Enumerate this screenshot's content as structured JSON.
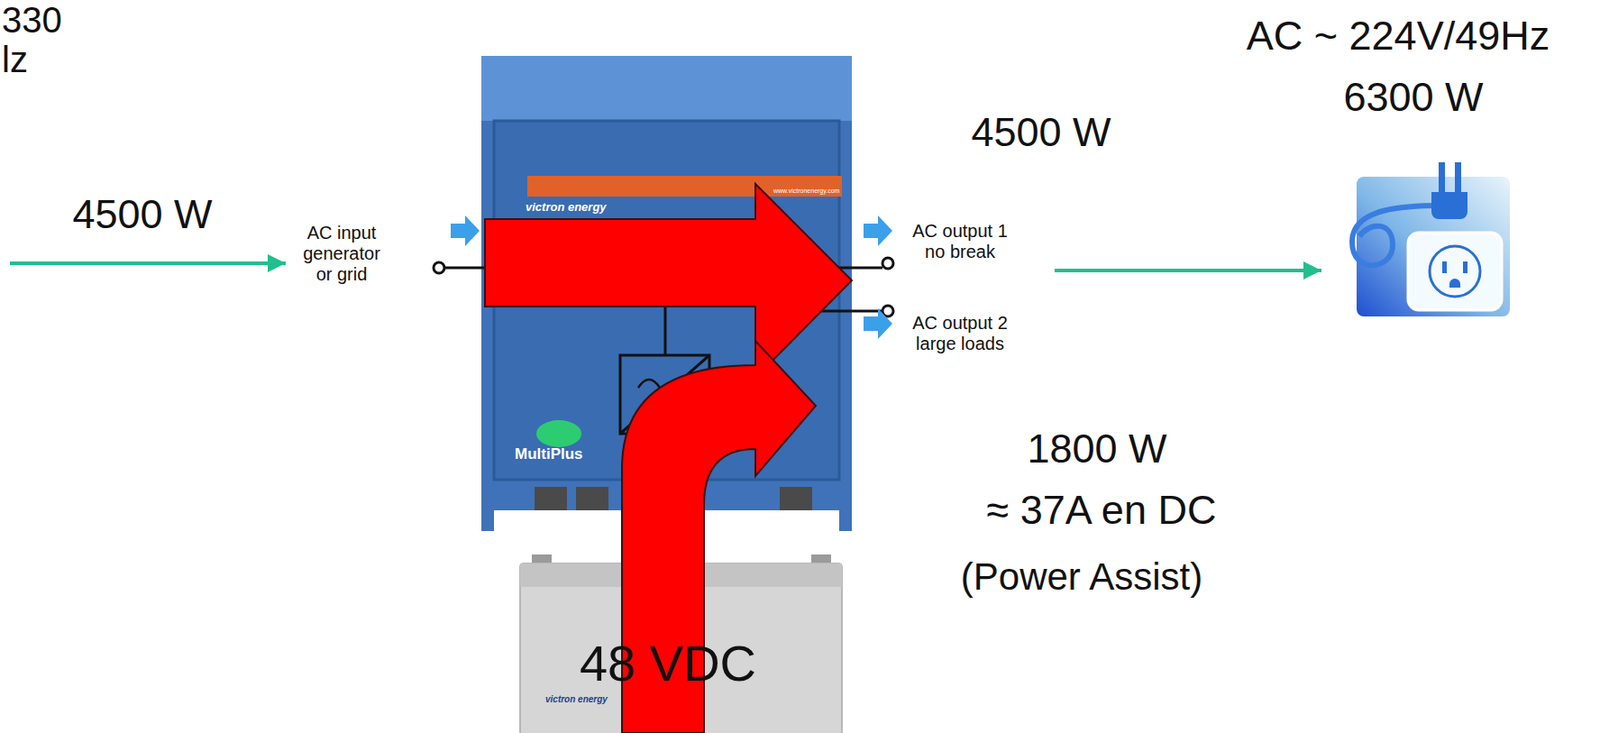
{
  "diagram": {
    "nodes": [
      {
        "text": [
          "AC input generator or grid",
          "victron energy",
          "www.victronenergy.com",
          "MultiPlus",
          "AC output 1 no break",
          "AC output 2 large loads"
        ]
      },
      {
        "text": [
          "victron energy",
          "48 VDC"
        ]
      },
      {
        "text": [
          "AC ~ 224V/49Hz",
          "6300 W"
        ]
      }
    ],
    "edges": [
      {
        "from": 0,
        "to": 2,
        "arrow": "to"
      }
    ],
    "labels": [
      "330",
      "lz",
      "4500 W",
      "4500 W",
      "1800 W",
      "≈ 37A en DC",
      "(Power Assist)"
    ]
  }
}
